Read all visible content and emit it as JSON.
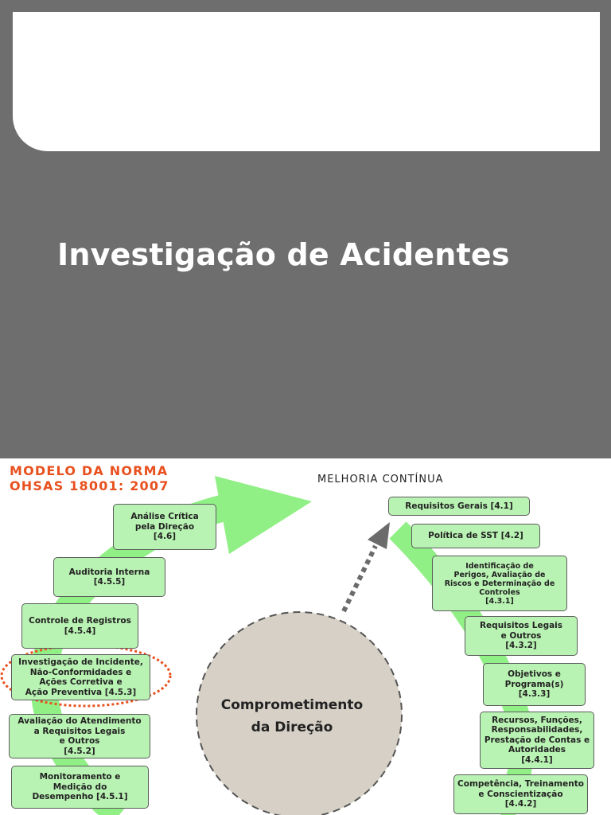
{
  "slide": {
    "title": "Investigação de Acidentes"
  },
  "diagram": {
    "model_title_line1": "MODELO DA NORMA",
    "model_title_line2": "OHSAS 18001: 2007",
    "melhoria": "MELHORIA CONTÍNUA",
    "center_line1": "Comprometimento",
    "center_line2": "da Direção",
    "left_boxes": [
      {
        "text": "Análise Crítica\npela Direção\n[4.6]"
      },
      {
        "text": "Auditoria Interna\n[4.5.5]"
      },
      {
        "text": "Controle de Registros\n[4.5.4]"
      },
      {
        "text": "Investigação de Incidente,\nNão-Conformidades e\nAções Corretiva e\nAção Preventiva [4.5.3]"
      },
      {
        "text": "Avaliação do Atendimento\na Requisitos Legais\ne Outros\n[4.5.2]"
      },
      {
        "text": "Monitoramento e\nMedição do\nDesempenho [4.5.1]"
      }
    ],
    "right_boxes": [
      {
        "text": "Requisitos Gerais [4.1]"
      },
      {
        "text": "Política de SST [4.2]"
      },
      {
        "text": "Identificação de\nPerigos, Avaliação de\nRiscos e Determinação de\nControles\n[4.3.1]"
      },
      {
        "text": "Requisitos Legais\ne Outros\n[4.3.2]"
      },
      {
        "text": "Objetivos e\nPrograma(s)\n[4.3.3]"
      },
      {
        "text": "Recursos, Funções,\nResponsabilidades,\nPrestação de Contas e\nAutoridades\n[4.4.1]"
      },
      {
        "text": "Competência, Treinamento\ne Conscientização\n[4.4.2]"
      }
    ]
  },
  "colors": {
    "background": "#6e6e6e",
    "arrow_green": "#90ef85",
    "box_green": "#b9f3b3",
    "highlight": "#e8501e",
    "circle": "#d6d0c6"
  }
}
